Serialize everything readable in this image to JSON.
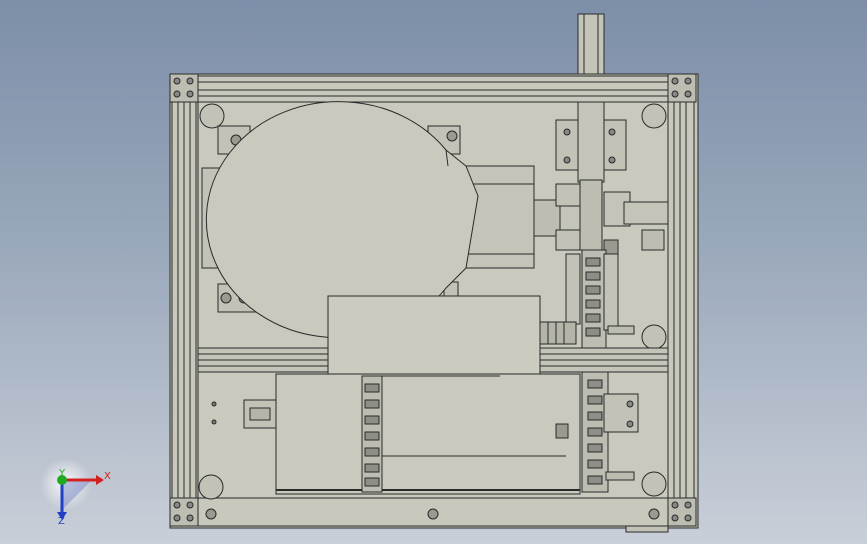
{
  "view": {
    "background_top": "#7d8ea8",
    "background_bottom": "#c9cfd8",
    "part_fill": "#c8c8bd",
    "part_fill_dark": "#b4b4a8",
    "edge_color": "#2a2a2a"
  },
  "triad": {
    "x_label": "X",
    "y_label": "Y",
    "z_label": "Z",
    "x_color": "#d42020",
    "y_color": "#1faa1f",
    "z_color": "#2040c8"
  }
}
